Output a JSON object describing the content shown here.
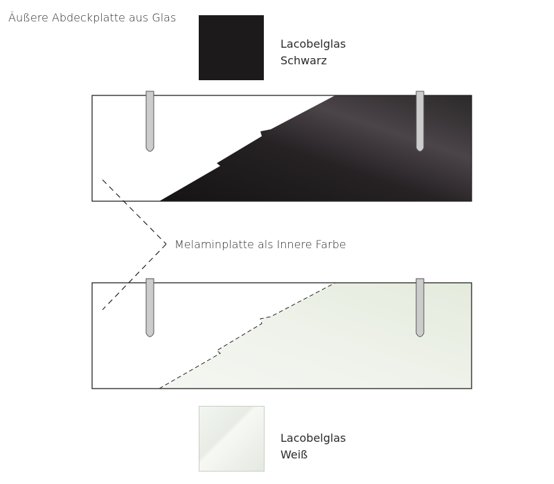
{
  "labels": {
    "outer": "Äußere Abdeckplatte aus Glas",
    "inner": "Melaminplatte als Innere Farbe"
  },
  "swatches": {
    "black": {
      "line1": "Lacobelglas",
      "line2": "Schwarz",
      "color": "#1c1a1b"
    },
    "white": {
      "line1": "Lacobelglas",
      "line2": "Weiß",
      "color": "#eef2ec"
    }
  },
  "colors": {
    "outline": "#222222",
    "pin_fill": "#cccccc",
    "dark_gradient": [
      "#151314",
      "#4a4449",
      "#3a3638"
    ],
    "light_gradient": [
      "#f7f9f5",
      "#e6ecdf"
    ]
  }
}
